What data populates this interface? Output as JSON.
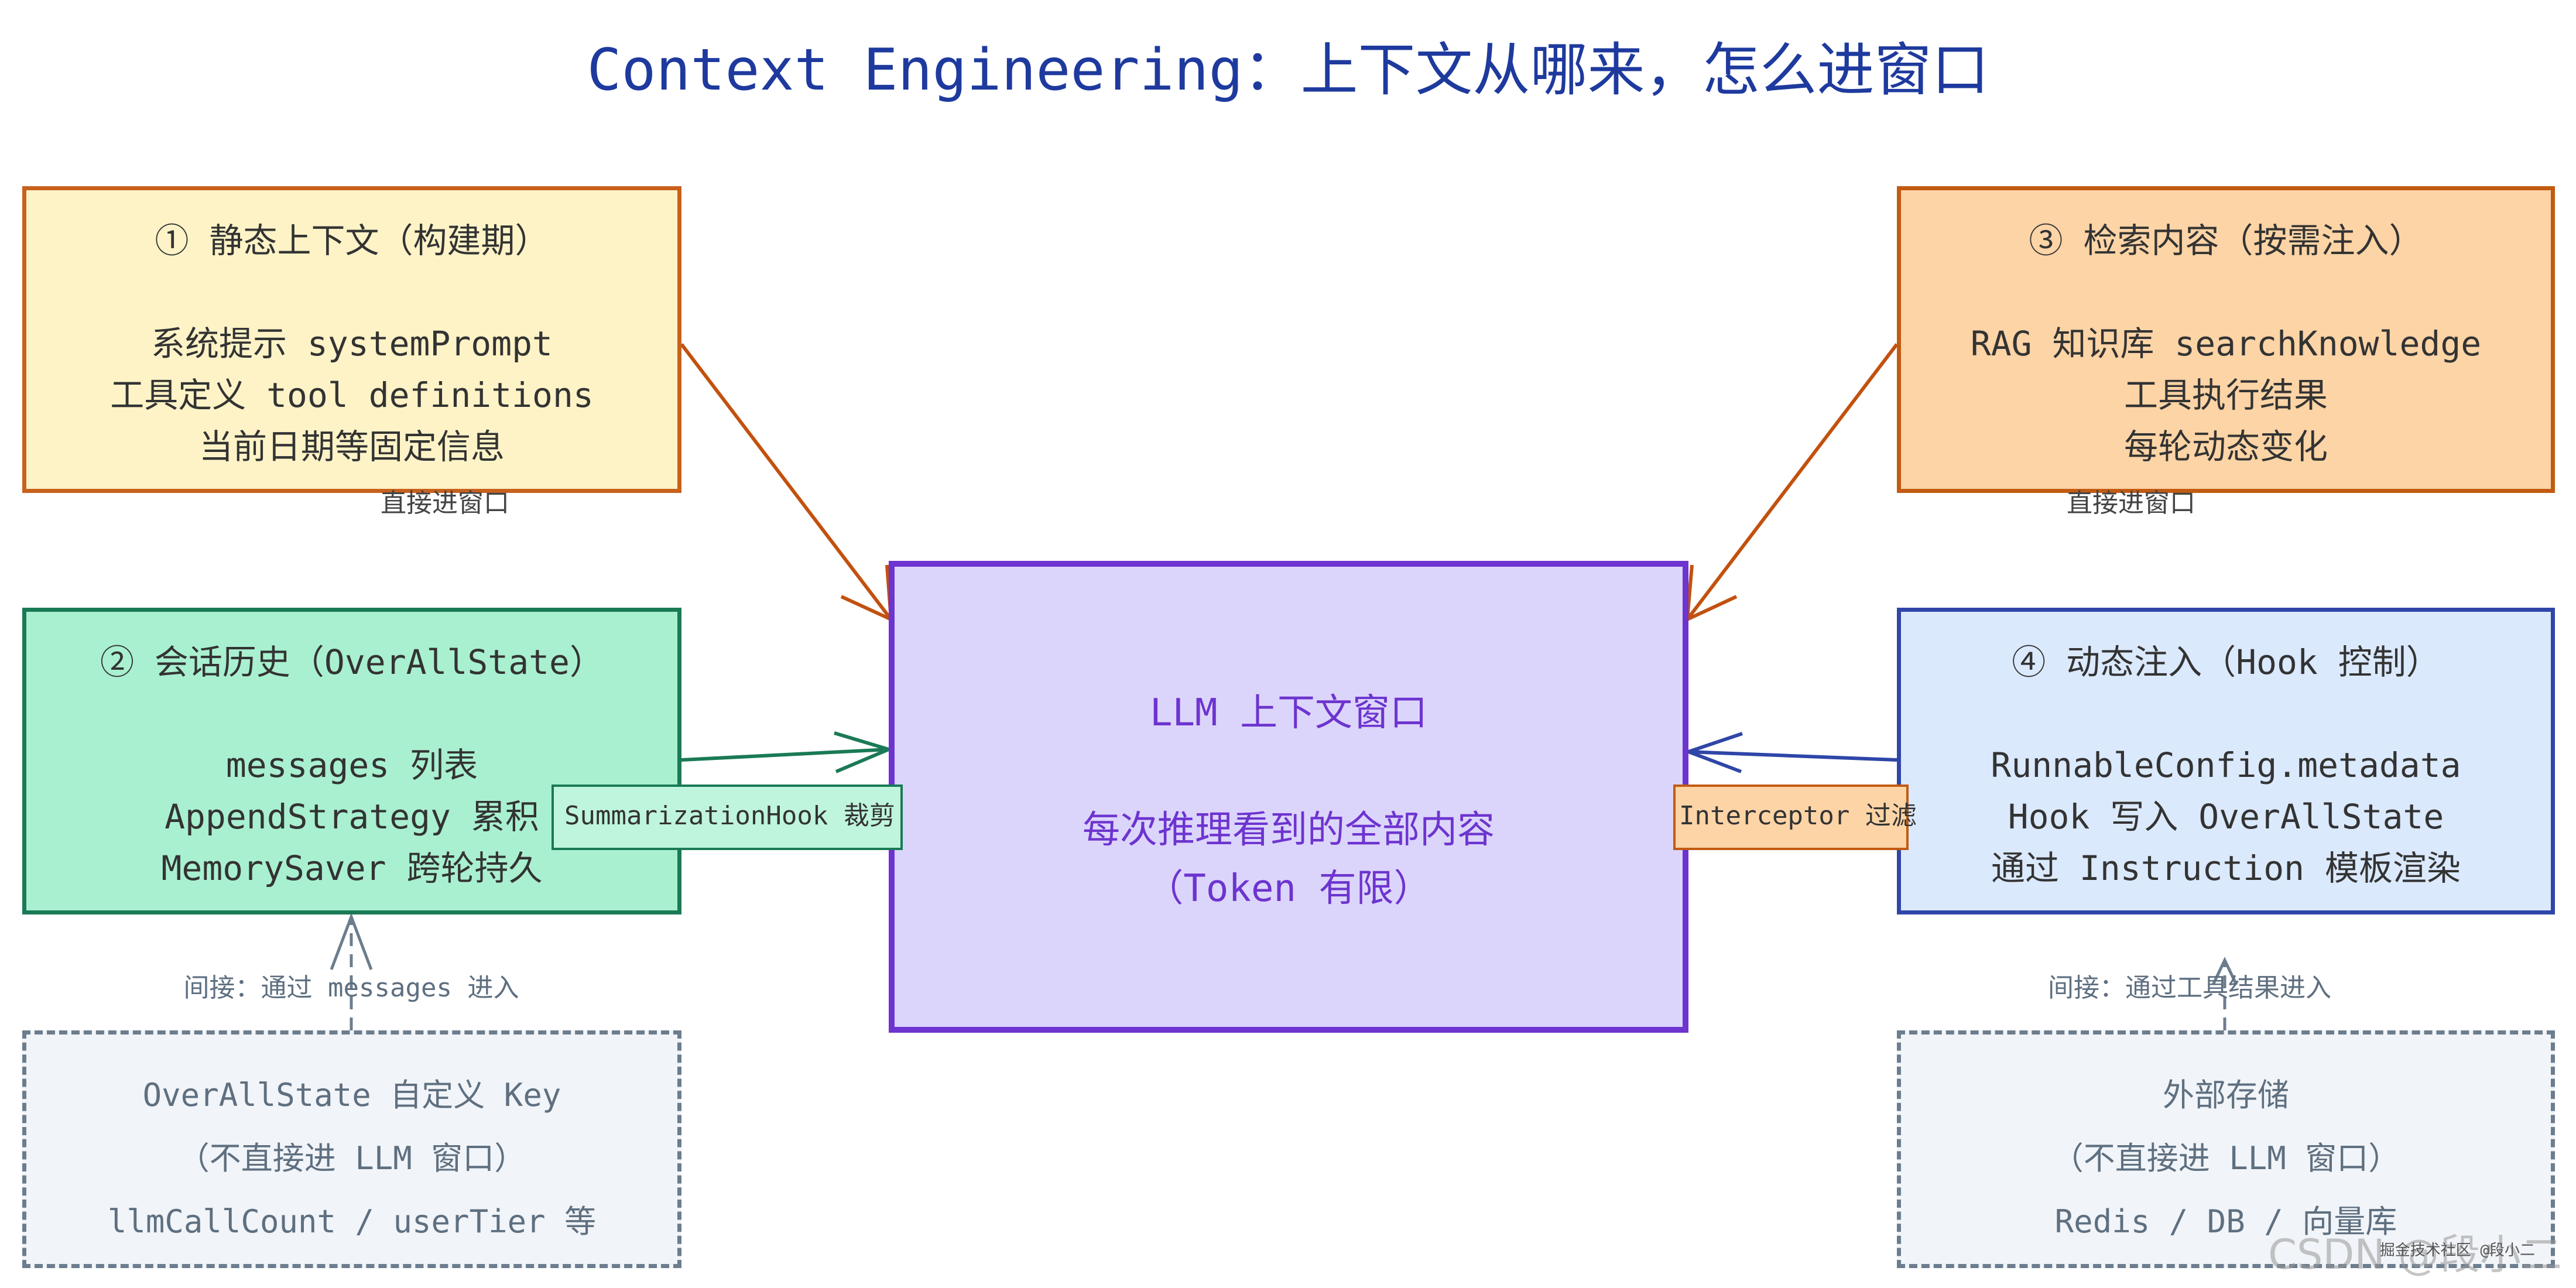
{
  "title": "Context Engineering：上下文从哪来，怎么进窗口",
  "boxes": {
    "static": {
      "heading": "① 静态上下文（构建期）",
      "lines": [
        "系统提示 systemPrompt",
        "工具定义 tool definitions",
        "当前日期等固定信息"
      ],
      "note": "直接进窗口"
    },
    "history": {
      "heading": "② 会话历史（OverAllState）",
      "lines": [
        "messages 列表",
        "AppendStrategy 累积",
        "MemorySaver 跨轮持久"
      ]
    },
    "retrieval": {
      "heading": "③ 检索内容（按需注入）",
      "lines": [
        "RAG 知识库 searchKnowledge",
        "工具执行结果",
        "每轮动态变化"
      ],
      "note": "直接进窗口"
    },
    "dynamic": {
      "heading": "④ 动态注入（Hook 控制）",
      "lines": [
        "RunnableConfig.metadata",
        "Hook 写入 OverAllState",
        "通过 Instruction 模板渲染"
      ]
    }
  },
  "center": {
    "heading": "LLM 上下文窗口",
    "lines": [
      "每次推理看到的全部内容",
      "（Token 有限）"
    ]
  },
  "stores": {
    "custom_key": {
      "lines": [
        "OverAllState 自定义 Key",
        "（不直接进 LLM 窗口）",
        "llmCallCount / userTier 等"
      ],
      "note": "间接：通过 messages 进入"
    },
    "external": {
      "lines": [
        "外部存储",
        "（不直接进 LLM 窗口）",
        "Redis / DB / 向量库"
      ],
      "note": "间接：通过工具结果进入"
    }
  },
  "tags": {
    "summarization": "SummarizationHook 裁剪",
    "interceptor": "Interceptor 过滤"
  },
  "watermark": "CSDN @段小二",
  "watermark_small": "掘金技术社区 @段小二",
  "colors": {
    "static_border": "#c8611c",
    "static_fill": "#fdf3c7",
    "history_border": "#1a7a55",
    "history_fill": "#a9f0d0",
    "retrieval_border": "#c25b12",
    "retrieval_fill": "#fcd4a6",
    "dynamic_border": "#2f46a8",
    "dynamic_fill": "#dbe9fd",
    "center_border": "#6d34cf",
    "center_fill": "#dcd5fb",
    "store_border": "#6b7d8e",
    "store_fill": "#f1f4f8"
  }
}
